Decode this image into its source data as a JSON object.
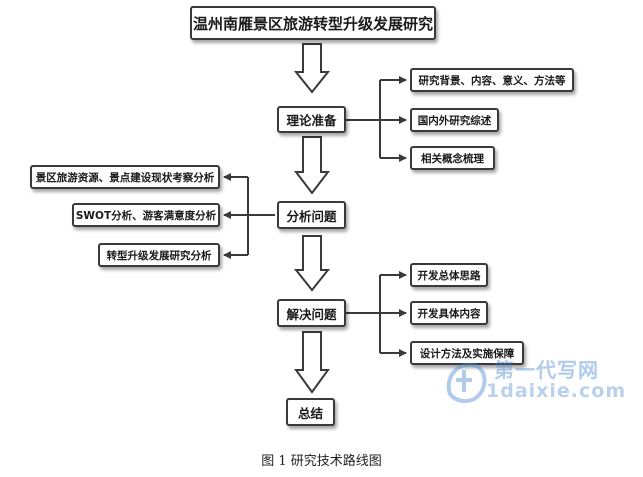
{
  "title": "温州南雁景区旅游转型升级发展研究",
  "stages": [
    {
      "id": "prep",
      "label": "理论准备"
    },
    {
      "id": "analyze",
      "label": "分析问题"
    },
    {
      "id": "solve",
      "label": "解决问题"
    },
    {
      "id": "summary",
      "label": "总结"
    }
  ],
  "prep_items": [
    "研究背景、内容、意义、方法等",
    "国内外研究综述",
    "相关概念梳理"
  ],
  "analyze_items": [
    "景区旅游资源、景点建设现状考察分析",
    "SWOT分析、游客满意度分析",
    "转型升级发展研究分析"
  ],
  "solve_items": [
    "开发总体思路",
    "开发具体内容",
    "设计方法及实施保障"
  ],
  "caption": "图 1  研究技术路线图",
  "watermark": {
    "text": "第一代写网",
    "url": "1daixie.com"
  },
  "colors": {
    "line": "#3a3a3a",
    "watermark": "#508cd2"
  }
}
